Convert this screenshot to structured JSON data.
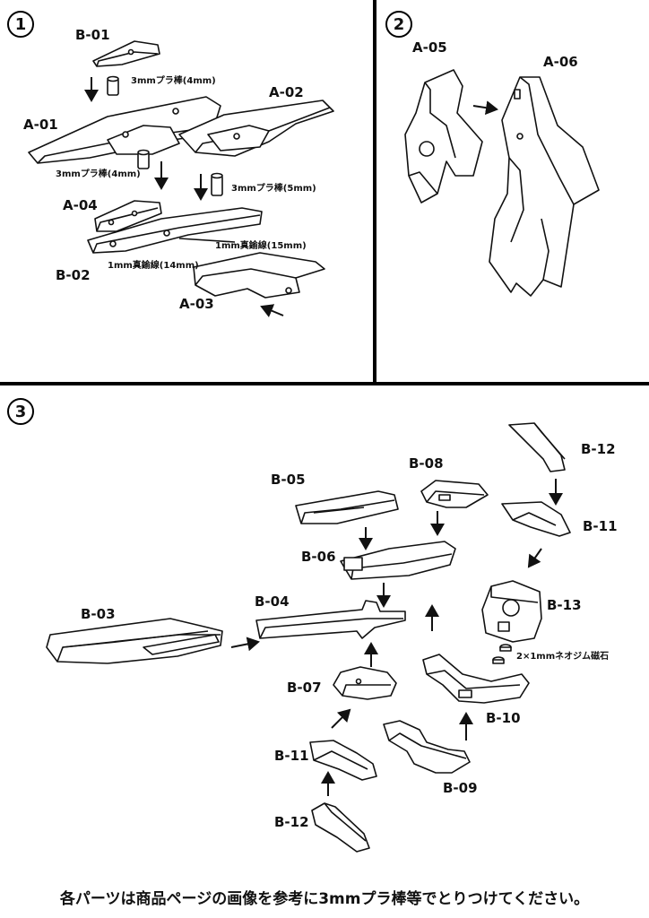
{
  "steps": [
    "1",
    "2",
    "3"
  ],
  "panel1": {
    "labels": {
      "b01": "B-01",
      "a01": "A-01",
      "a02": "A-02",
      "a04": "A-04",
      "b02": "B-02",
      "a03": "A-03"
    },
    "notes": {
      "pla_top": "3mmプラ棒(4mm)",
      "pla_left": "3mmプラ棒(4mm)",
      "pla_right": "3mmプラ棒(5mm)",
      "brass_15": "1mm真鍮線(15mm)",
      "brass_14": "1mm真鍮線(14mm)"
    }
  },
  "panel2": {
    "labels": {
      "a05": "A-05",
      "a06": "A-06"
    }
  },
  "panel3": {
    "labels": {
      "b12_top": "B-12",
      "b05": "B-05",
      "b08": "B-08",
      "b11_top": "B-11",
      "b06": "B-06",
      "b13": "B-13",
      "b03": "B-03",
      "b04": "B-04",
      "b07": "B-07",
      "b10": "B-10",
      "b11_bot": "B-11",
      "b09": "B-09",
      "b12_bot": "B-12"
    },
    "notes": {
      "magnet": "2×1mmネオジム磁石"
    }
  },
  "footer": "各パーツは商品ページの画像を参考に3mmプラ棒等でとりつけてください。"
}
